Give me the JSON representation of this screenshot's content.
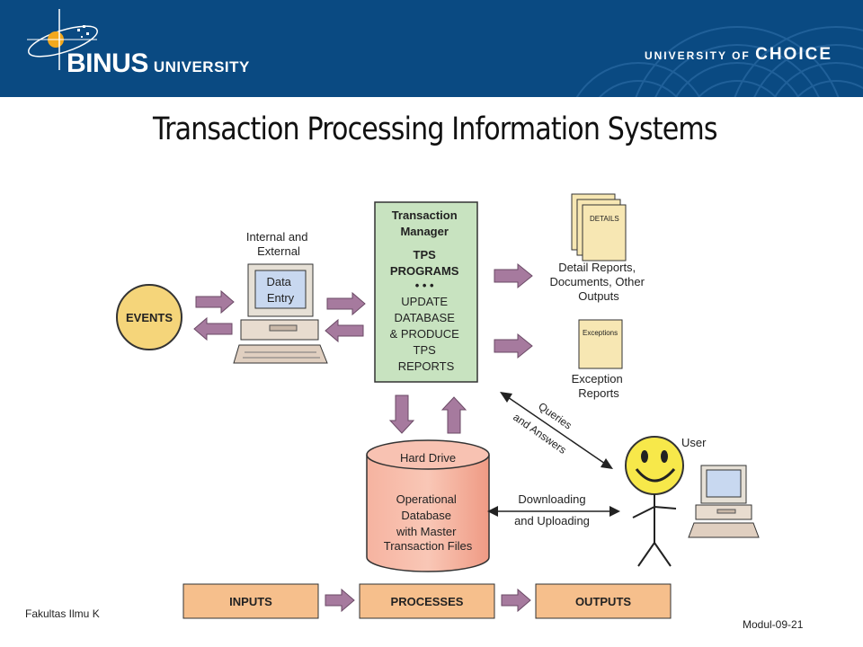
{
  "header": {
    "logo_main": "BINUS",
    "logo_sub": "UNIVERSITY",
    "tagline_prefix": "UNIVERSITY OF",
    "tagline_choice": "CHOICE"
  },
  "title": "Transaction Processing Information Systems",
  "diagram": {
    "events": "EVENTS",
    "internal_external": [
      "Internal and",
      "External"
    ],
    "data_entry": [
      "Data",
      "Entry"
    ],
    "tps_box": [
      "Transaction",
      "Manager",
      "TPS",
      "PROGRAMS",
      "• • •",
      "UPDATE",
      "DATABASE",
      "& PRODUCE",
      "TPS",
      "REPORTS"
    ],
    "details_doc": "DETAILS",
    "detail_reports": [
      "Detail Reports,",
      "Documents, Other",
      "Outputs"
    ],
    "exceptions_doc": "Exceptions",
    "exception_reports": [
      "Exception",
      "Reports"
    ],
    "queries": "Queries",
    "and_answers": "and Answers",
    "user": "User",
    "hard_drive": "Hard Drive",
    "database": [
      "Operational",
      "Database",
      "with Master",
      "Transaction Files"
    ],
    "downloading": "Downloading",
    "and_uploading": "and Uploading",
    "inputs": "INPUTS",
    "processes": "PROCESSES",
    "outputs": "OUTPUTS"
  },
  "footer": {
    "left": "Fakultas Ilmu K",
    "right": "Modul-09-21"
  },
  "colors": {
    "header_bg": "#0a4a82",
    "tps_box": "#c8e3c0",
    "events": "#f5d57a",
    "database": "#f3a68e",
    "io_boxes": "#f6bf8c",
    "arrow": "#9a6a8e"
  }
}
